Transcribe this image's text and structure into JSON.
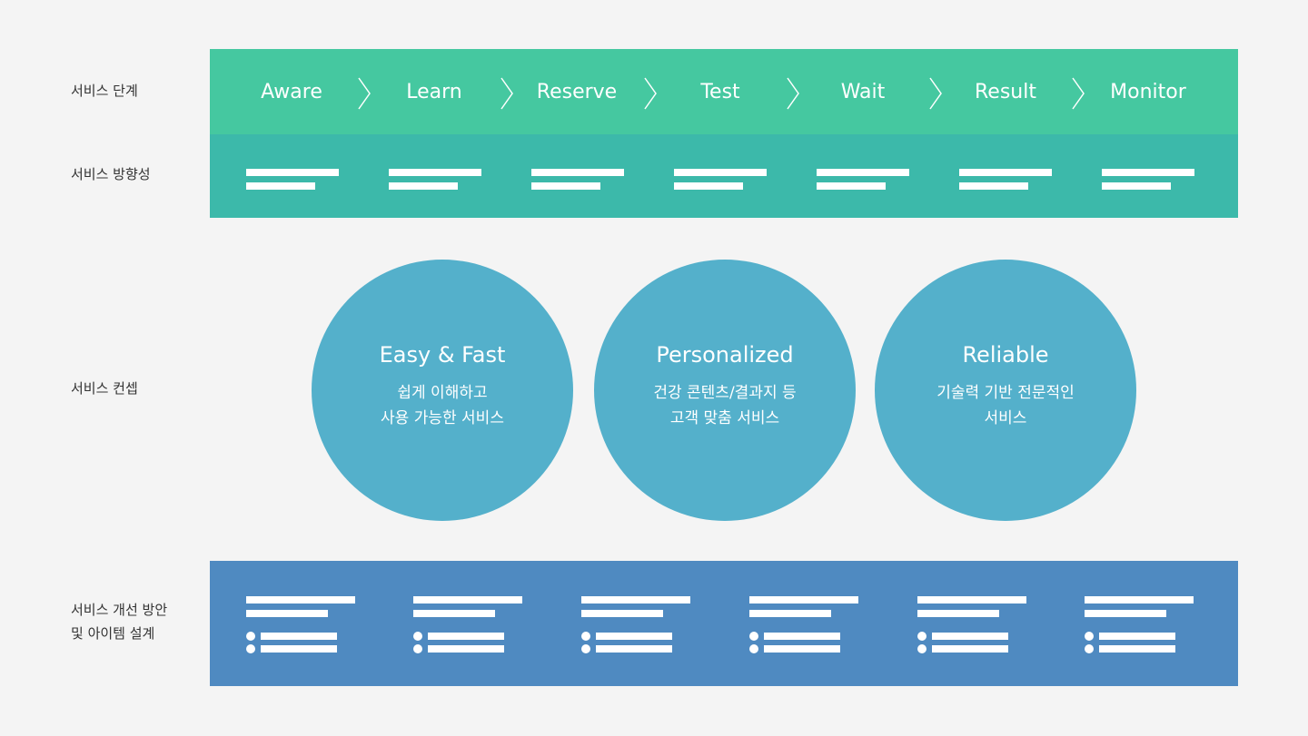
{
  "labels": {
    "stage": "서비스 단계",
    "direction": "서비스 방향성",
    "concept": "서비스 컨셉",
    "plan": "서비스 개선 방안\n및 아이템 설계"
  },
  "stages": [
    "Aware",
    "Learn",
    "Reserve",
    "Test",
    "Wait",
    "Result",
    "Monitor"
  ],
  "concepts": [
    {
      "title": "Easy & Fast",
      "desc": "쉽게 이해하고\n사용 가능한 서비스"
    },
    {
      "title": "Personalized",
      "desc": "건강 콘텐츠/결과지 등\n고객 맞춤 서비스"
    },
    {
      "title": "Reliable",
      "desc": "기술력 기반 전문적인\n서비스"
    }
  ],
  "colors": {
    "background": "#f4f4f4",
    "stage_bar": "#45c8a0",
    "direction_bar": "#3cb9aa",
    "concept_circle": "#54b0cb",
    "plan_bar": "#4f8ac1"
  }
}
